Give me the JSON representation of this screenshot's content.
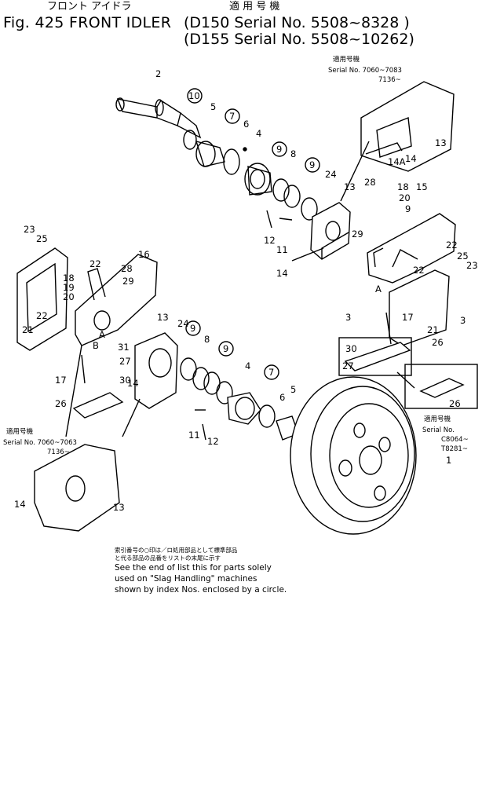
{
  "header": {
    "jp_title": "フロント アイドラ",
    "jp_applicable": "適 用 号 機",
    "en_title": "Fig. 425 FRONT IDLER",
    "serial_line_1": "(D150 Serial No. 5508~8328 )",
    "serial_line_2": "(D155 Serial No. 5508~10262)"
  },
  "insets": {
    "top_right": {
      "jp": "適用号機",
      "serial": "Serial No. 7060~7083",
      "serial2": "7136~"
    },
    "left": {
      "jp": "適用号機",
      "serial": "Serial No. 7060~7063",
      "serial2": "7136~"
    },
    "right": {
      "jp": "適用号機",
      "serial": "Serial No.",
      "serial2": "C8064~",
      "serial3": "T8281~"
    }
  },
  "labels": {
    "l2": "2",
    "l10": "10",
    "l5a": "5",
    "l7a": "7",
    "l6a": "6",
    "l4a": "4",
    "l9a": "9",
    "l8a": "8",
    "l9b": "9",
    "l24a": "24",
    "l13a": "13",
    "l12a": "12",
    "l11a": "11",
    "l14a": "14",
    "l13b": "13",
    "l14b": "14A",
    "l14c": "14",
    "l28a": "28",
    "l18a": "18",
    "l15": "15",
    "l20a": "20",
    "l9c": "9",
    "l29a": "29",
    "l22a": "22",
    "l25a": "25",
    "l23a": "23",
    "l22b": "22",
    "lA1": "A",
    "l3a": "3",
    "l17a": "17",
    "l21a": "21",
    "l3b": "3",
    "l30a": "30",
    "l26a": "26",
    "l27a": "27",
    "l23b": "23",
    "l25b": "25",
    "l16": "16",
    "l22c": "22",
    "l28b": "28",
    "l18b": "18",
    "l19": "19",
    "l29b": "29",
    "l20b": "20",
    "l21b": "21",
    "l22d": "22",
    "lA2": "A",
    "lB": "B",
    "l31": "31",
    "l27b": "27",
    "l17b": "17",
    "l30b": "30",
    "l26b": "26",
    "l13c": "13",
    "l24b": "24",
    "l9d": "9",
    "l8b": "8",
    "l9e": "9",
    "l4b": "4",
    "l7b": "7",
    "l5b": "5",
    "l6b": "6",
    "l14d": "14",
    "l11b": "11",
    "l12b": "12",
    "l1": "1",
    "l26c": "26",
    "l14e": "14",
    "l13d": "13"
  },
  "note": {
    "jp_1": "索引番号の○印は／ロ処用部品として標準部品",
    "jp_2": "と代る部品の品番をリストの末尾に示す",
    "en_1": "See the end of list this for parts solely",
    "en_2": "used on \"Slag Handling\" machines",
    "en_3": "shown by index Nos. enclosed by a circle."
  }
}
